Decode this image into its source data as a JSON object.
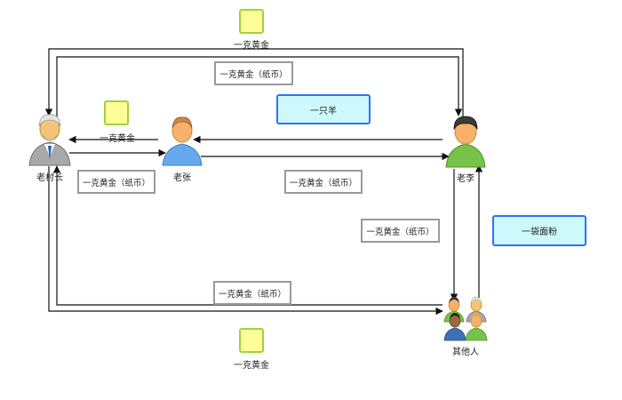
{
  "actors": {
    "village_head": "老村长",
    "zhang": "老张",
    "li": "老李",
    "others": "其他人"
  },
  "labels": {
    "gold_top": "一克黄金",
    "gold_left": "一克黄金",
    "gold_bottom": "一克黄金",
    "paper_top": "一克黄金（纸币）",
    "paper_left": "一克黄金（纸币）",
    "paper_mid": "一克黄金（纸币）",
    "paper_right": "一克黄金（纸币）",
    "paper_bottom": "一克黄金（纸币）",
    "sheep": "一只羊",
    "flour": "一袋面粉"
  },
  "colors": {
    "gold_fill": "#ffff9a",
    "gold_border": "#9fd33a",
    "goods_fill": "#cdf9fc",
    "goods_border": "#2a72ff",
    "paper_border": "#9a9a9a",
    "line": "#111111"
  },
  "icons": {
    "village_head": "elder-person-icon",
    "zhang": "person-icon",
    "li": "person-icon",
    "others": "group-people-icon"
  }
}
